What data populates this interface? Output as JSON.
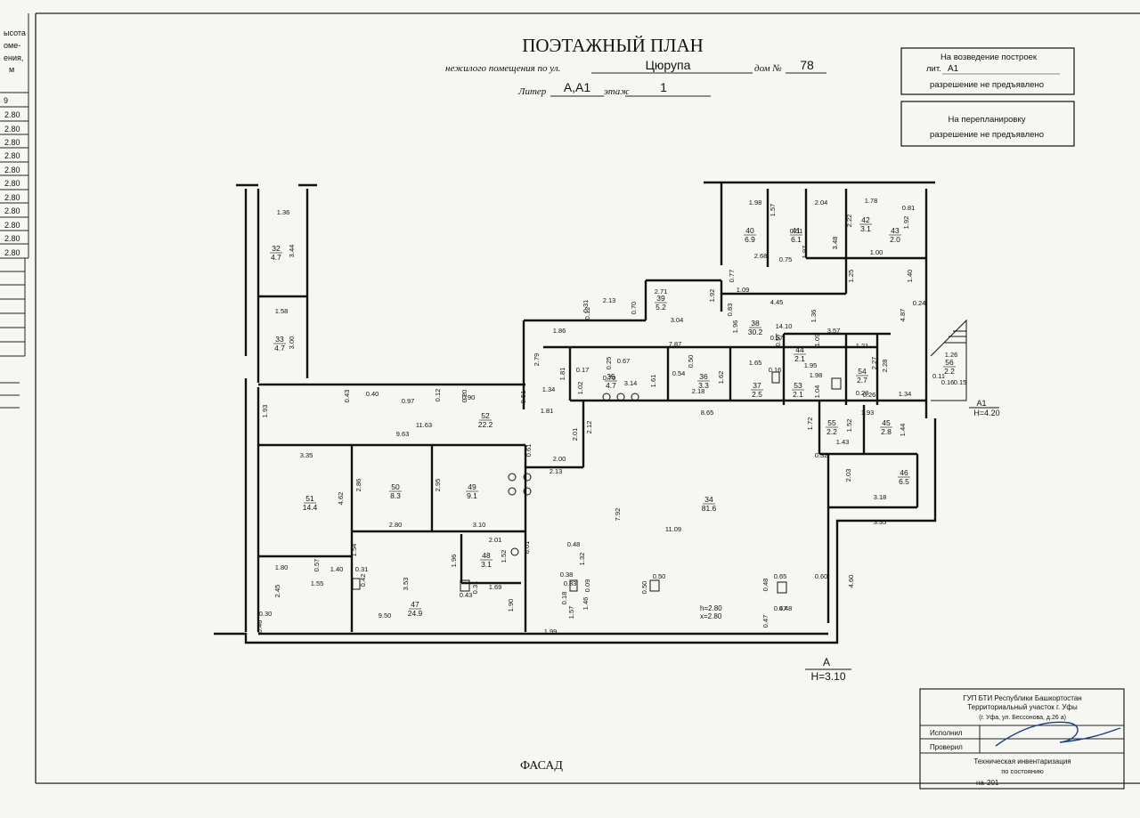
{
  "header": {
    "title": "ПОЭТАЖНЫЙ ПЛАН",
    "line1_prefix": "нежилого помещения по ул.",
    "street": "Цюрупа",
    "house_prefix": "дом №",
    "house": "78",
    "liter_prefix": "Литер",
    "liter": "А,А1",
    "floor_prefix": "этаж",
    "floor": "1"
  },
  "left_table": {
    "head": [
      "ысота",
      "оме-",
      "ения,",
      "м"
    ],
    "col_index": "9",
    "rows": [
      "2.80",
      "2.80",
      "2.80",
      "2.80",
      "2.80",
      "2.80",
      "2.80",
      "2.80",
      "2.80",
      "2.80",
      "2.80"
    ]
  },
  "stamp1": {
    "line1": "На  возведение  построек",
    "lit_label": "лит.",
    "lit_value": "А1",
    "line3": "разрешение  не  предъявлено"
  },
  "stamp2": {
    "line1": "На  перепланировку",
    "line2": "разрешение  не  предъявлено"
  },
  "facade_label": "ФАСАД",
  "building_marks": [
    {
      "id": "A",
      "name": "А",
      "height": "Н=3.10"
    },
    {
      "id": "A1",
      "name": "А1",
      "height": "Н=4.20"
    }
  ],
  "rooms": [
    {
      "id": "32",
      "num": "32",
      "area": "4.7"
    },
    {
      "id": "33",
      "num": "33",
      "area": "4.7"
    },
    {
      "id": "34",
      "num": "34",
      "area": "81.6"
    },
    {
      "id": "35",
      "num": "35",
      "area": "4.7"
    },
    {
      "id": "36",
      "num": "36",
      "area": "3.3"
    },
    {
      "id": "37",
      "num": "37",
      "area": "2.5"
    },
    {
      "id": "38",
      "num": "38",
      "area": "30.2"
    },
    {
      "id": "39",
      "num": "39",
      "area": "5.2"
    },
    {
      "id": "40",
      "num": "40",
      "area": "6.9"
    },
    {
      "id": "41",
      "num": "41",
      "area": "6.1"
    },
    {
      "id": "42",
      "num": "42",
      "area": "3.1"
    },
    {
      "id": "43",
      "num": "43",
      "area": "2.0"
    },
    {
      "id": "44",
      "num": "44",
      "area": "2.1"
    },
    {
      "id": "45",
      "num": "45",
      "area": "2.8"
    },
    {
      "id": "46",
      "num": "46",
      "area": "6.5"
    },
    {
      "id": "47",
      "num": "47",
      "area": "24.9"
    },
    {
      "id": "48",
      "num": "48",
      "area": "3.1"
    },
    {
      "id": "49",
      "num": "49",
      "area": "9.1"
    },
    {
      "id": "50",
      "num": "50",
      "area": "8.3"
    },
    {
      "id": "51",
      "num": "51",
      "area": "14.4"
    },
    {
      "id": "52",
      "num": "52",
      "area": "22.2"
    },
    {
      "id": "53",
      "num": "53",
      "area": "2.1"
    },
    {
      "id": "54",
      "num": "54",
      "area": "2.7"
    },
    {
      "id": "55",
      "num": "55",
      "area": "2.2"
    },
    {
      "id": "56",
      "num": "56",
      "area": "2.2"
    }
  ],
  "dimensions": [
    "1.36",
    "3.44",
    "1.58",
    "3.00",
    "1.93",
    "11.63",
    "9.63",
    "3.35",
    "4.62",
    "2.86",
    "2.95",
    "2.80",
    "3.10",
    "1.54",
    "1.80",
    "0.57",
    "1.40",
    "0.31",
    "0.42",
    "1.55",
    "2.45",
    "3.53",
    "1.96",
    "2.01",
    "1.52",
    "6.01",
    "0.43",
    "1.69",
    "0.31",
    "1.90",
    "0.30",
    "0.46",
    "9.50",
    "1.99",
    "2.00",
    "2.13",
    "2.01",
    "2.12",
    "0.61",
    "1.81",
    "1.34",
    "0.51",
    "1.02",
    "0.17",
    "1.81",
    "3.14",
    "1.61",
    "0.54",
    "0.50",
    "2.18",
    "1.62",
    "1.65",
    "0.16",
    "7.87",
    "8.65",
    "2.79",
    "1.86",
    "0.12",
    "0.31",
    "2.13",
    "0.70",
    "2.71",
    "1.92",
    "3.04",
    "0.83",
    "1.96",
    "14.10",
    "0.57",
    "3.57",
    "1.36",
    "4.45",
    "1.09",
    "0.77",
    "2.68",
    "1.98",
    "1.57",
    "0.51",
    "0.75",
    "1.97",
    "2.04",
    "3.48",
    "2.22",
    "1.78",
    "0.81",
    "1.92",
    "1.00",
    "1.25",
    "1.40",
    "4.87",
    "0.24",
    "1.09",
    "1.95",
    "1.98",
    "1.04",
    "1.21",
    "2.27",
    "2.28",
    "1.34",
    "1.26",
    "1.72",
    "1.52",
    "1.43",
    "1.93",
    "1.44",
    "0.32",
    "2.03",
    "3.18",
    "3.35",
    "4.60",
    "0.48",
    "0.48",
    "0.65",
    "0.60",
    "0.50",
    "0.50",
    "0.47",
    "0.47",
    "7.92",
    "11.09",
    "1.32",
    "0.09",
    "1.46",
    "1.57",
    "0.38",
    "0.33",
    "0.48",
    "0.18",
    "0.43",
    "0.40",
    "0.12",
    "0.97",
    "0.20",
    "0.90",
    "0.57",
    "0.25",
    "0.11",
    "0.16",
    "0.15",
    "0.26",
    "0.28",
    "0.67",
    "0.70"
  ],
  "ceiling_note": {
    "h": "h=2.80",
    "x": "х=2.80"
  },
  "bti_stamp": {
    "org1": "ГУП БТИ Республики Башкортостан",
    "org2": "Территориальный участок  г. Уфы",
    "addr": "(г. Уфа, ул.  Бессонова,  д.26 а)",
    "executed": "Исполнил",
    "checked": "Проверил",
    "inventory": "Техническая инвентаризация",
    "state": "по состоянию",
    "date_prefix": "на",
    "date": "             201"
  }
}
